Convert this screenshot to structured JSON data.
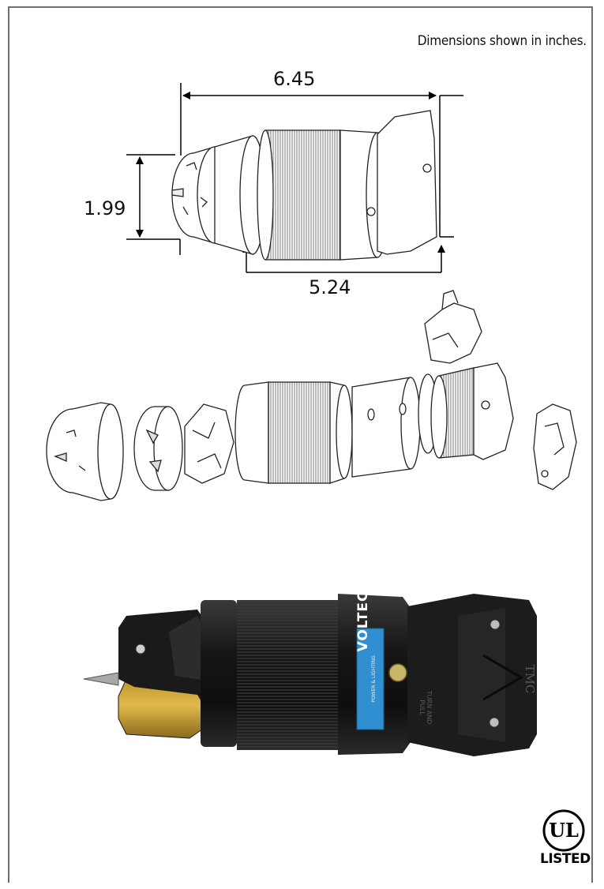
{
  "note": "Dimensions  shown in inches.",
  "dimensions": {
    "overall_length": "6.45",
    "diameter": "1.99",
    "body_length": "5.24"
  },
  "photo_label": {
    "brand": "VOLTEC",
    "tagline": "POWER & LIGHTING",
    "instruction": "TURN AND PULL",
    "maker": "TMC"
  },
  "certification": {
    "mark": "UL",
    "label": "LISTED"
  },
  "colors": {
    "frame": "#6f6f6f",
    "body_black": "#1c1c1c",
    "brass": "#c9a23a",
    "label_blue": "#2f8fd0"
  }
}
